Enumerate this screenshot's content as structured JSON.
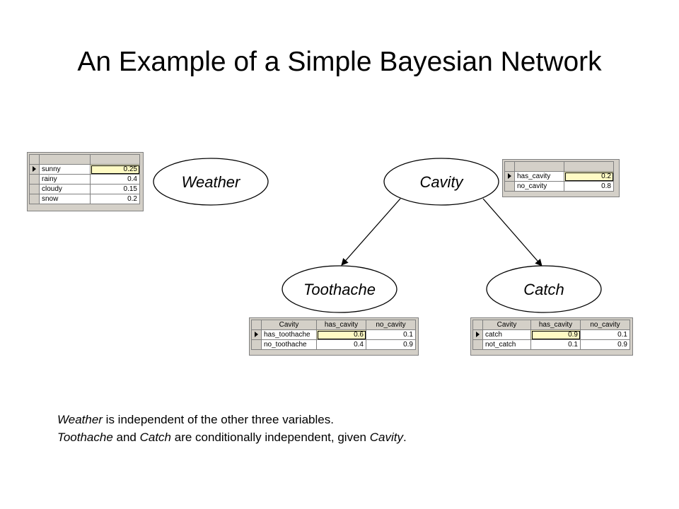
{
  "title": "An Example of a Simple Bayesian Network",
  "nodes": {
    "weather": "Weather",
    "cavity": "Cavity",
    "toothache": "Toothache",
    "catch": "Catch"
  },
  "weather_cpt": {
    "header": [
      "",
      ""
    ],
    "rows": [
      {
        "name": "sunny",
        "value": "0.25"
      },
      {
        "name": "rainy",
        "value": "0.4"
      },
      {
        "name": "cloudy",
        "value": "0.15"
      },
      {
        "name": "snow",
        "value": "0.2"
      }
    ]
  },
  "cavity_cpt": {
    "rows": [
      {
        "name": "has_cavity",
        "value": "0.2"
      },
      {
        "name": "no_cavity",
        "value": "0.8"
      }
    ]
  },
  "toothache_cpt": {
    "header": [
      "Cavity",
      "has_cavity",
      "no_cavity"
    ],
    "rows": [
      {
        "name": "has_toothache",
        "v1": "0.6",
        "v2": "0.1"
      },
      {
        "name": "no_toothache",
        "v1": "0.4",
        "v2": "0.9"
      }
    ]
  },
  "catch_cpt": {
    "header": [
      "Cavity",
      "has_cavity",
      "no_cavity"
    ],
    "rows": [
      {
        "name": "catch",
        "v1": "0.9",
        "v2": "0.1"
      },
      {
        "name": "not_catch",
        "v1": "0.1",
        "v2": "0.9"
      }
    ]
  },
  "caption": {
    "line1_var": "Weather",
    "line1_rest": " is independent of the other three variables.",
    "line2_var1": "Toothache",
    "line2_and": " and ",
    "line2_var2": "Catch",
    "line2_mid": " are conditionally independent, given ",
    "line2_var3": "Cavity",
    "line2_end": "."
  }
}
